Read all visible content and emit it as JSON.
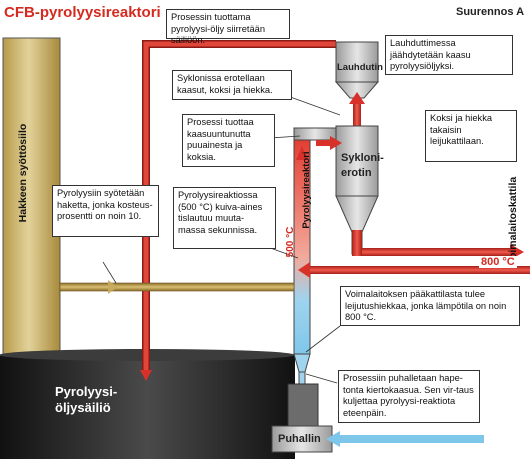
{
  "title": "CFB-pyrolyysireaktori",
  "corner_label": "Suurennos A",
  "colors": {
    "title": "#d42a1f",
    "hot_pipe": "#d8312a",
    "feed_pipe": "#b8963f",
    "air_pipe": "#7fc7ea",
    "silo": "#cdb66c",
    "tank": "#2b2b2b",
    "equipment": "#c9c9c9"
  },
  "components": {
    "silo": "Hakkeen syöttösiilo",
    "tank": [
      "Pyrolyysi-",
      "öljysäiliö"
    ],
    "condenser": "Lauhdutin",
    "cyclone": [
      "Sykloni-",
      "erotin"
    ],
    "reactor": "Pyrolyysireaktori",
    "blower": "Puhallin",
    "boiler": "Voimalaitoskattila"
  },
  "temperatures": {
    "reactor": "500 °C",
    "sand_line": "800 °C"
  },
  "callouts": {
    "oil_transfer": "Prosessin tuottama pyrolyysi-öljy  siirretään säiliöön.",
    "condenser": "Lauhduttimessa jäähdytetään kaasu pyrolyysiöljyksi.",
    "cyclone": "Syklonissa erotellaan kaasut, koksi ja hiekka.",
    "gas_product": "Prosessi tuottaa kaasuuntunutta puuainesta ja koksia.",
    "coke_return": "Koksi ja hiekka takaisin leijukattilaan.",
    "feed": "Pyrolyysiin syötetään haketta, jonka kosteus-prosentti on noin 10.",
    "reactor": "Pyrolyysireaktiossa (500 °C) kuiva-aines tislautuu muuta-massa sekunnissa.",
    "sand": "Voimalaitoksen pääkattilasta tulee leijutushiekkaa, jonka lämpötila on noin 800 °C.",
    "air": "Prosessiin puhalletaan hape-tonta kiertokaasua. Sen vir-taus kuljettaa pyrolyysi-reaktiota eteenpäin."
  }
}
